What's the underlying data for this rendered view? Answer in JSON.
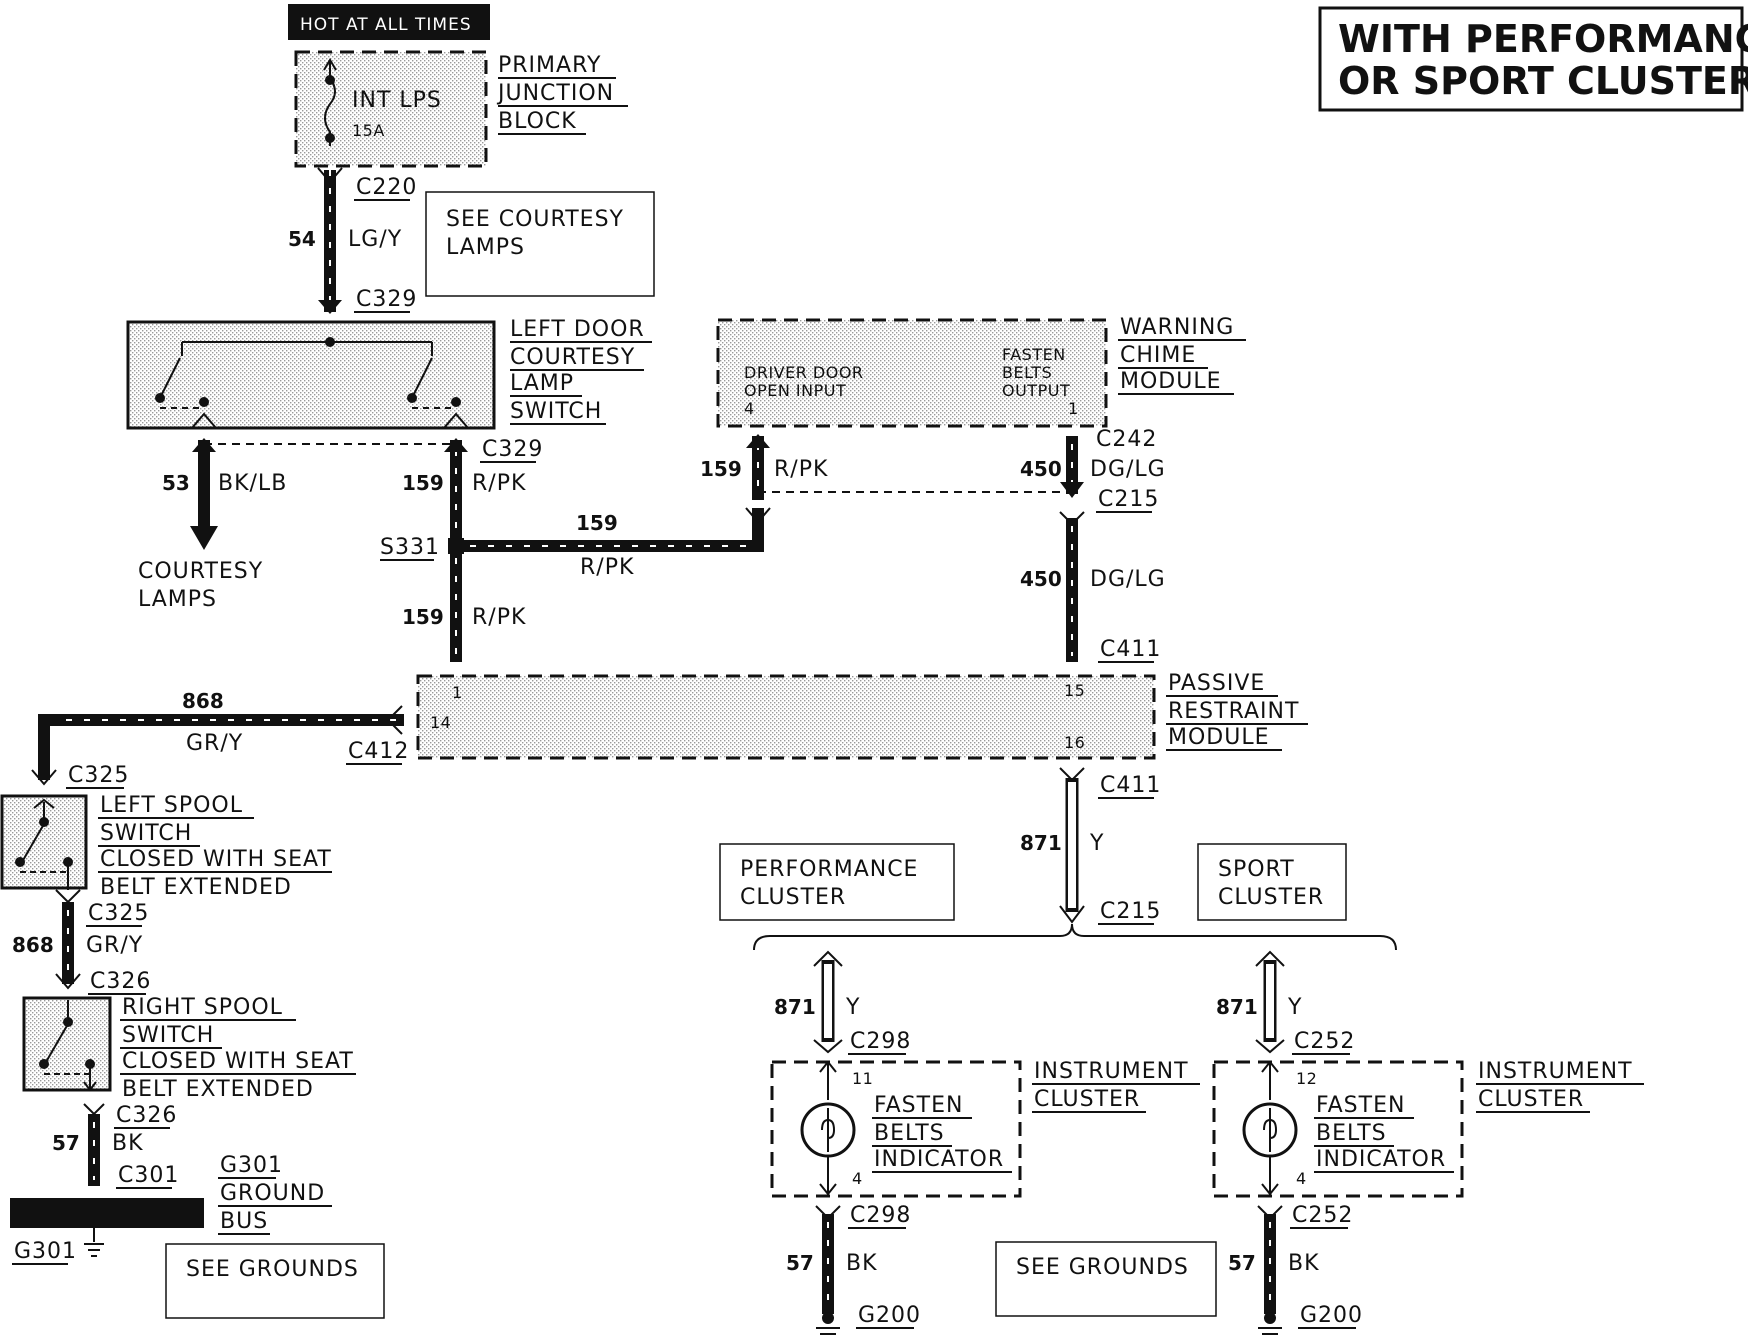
{
  "title": "WITH PERFORMANCE OR SPORT CLUSTER",
  "title_lines": [
    "WITH PERFORMANCE",
    "OR SPORT CLUSTER"
  ],
  "hot_label": "HOT AT ALL TIMES",
  "fuse": {
    "name": "INT LPS",
    "rating": "15A"
  },
  "primary_junction_block": [
    "PRIMARY",
    "JUNCTION",
    "BLOCK"
  ],
  "see_courtesy_lamps": [
    "SEE COURTESY",
    "LAMPS"
  ],
  "left_door_switch": [
    "LEFT DOOR",
    "COURTESY",
    "LAMP",
    "SWITCH"
  ],
  "warning_chime_module": [
    "WARNING",
    "CHIME",
    "MODULE"
  ],
  "chime_inputs": {
    "driver_door": [
      "DRIVER DOOR",
      "OPEN  INPUT"
    ],
    "driver_pin": "4",
    "fasten_belts": [
      "FASTEN",
      "BELTS",
      "OUTPUT"
    ],
    "fasten_pin": "1"
  },
  "courtesy_lamps": [
    "COURTESY",
    "LAMPS"
  ],
  "passive_restraint_module": [
    "PASSIVE",
    "RESTRAINT",
    "MODULE"
  ],
  "prm_pins": {
    "p1": "1",
    "p14": "14",
    "p15": "15",
    "p16": "16"
  },
  "left_spool_switch": [
    "LEFT SPOOL",
    "SWITCH",
    "CLOSED WITH SEAT",
    "BELT EXTENDED"
  ],
  "right_spool_switch": [
    "RIGHT SPOOL",
    "SWITCH",
    "CLOSED WITH SEAT",
    "BELT EXTENDED"
  ],
  "ground_bus": [
    "G301",
    "GROUND",
    "BUS"
  ],
  "performance_cluster": [
    "PERFORMANCE",
    "CLUSTER"
  ],
  "sport_cluster": [
    "SPORT",
    "CLUSTER"
  ],
  "instrument_cluster": [
    "INSTRUMENT",
    "CLUSTER"
  ],
  "fasten_belts_indicator": [
    "FASTEN",
    "BELTS",
    "INDICATOR"
  ],
  "see_grounds": "SEE GROUNDS",
  "connectors": {
    "c220": "C220",
    "c329a": "C329",
    "c329b": "C329",
    "c242": "C242",
    "c215a": "C215",
    "s331": "S331",
    "c411a": "C411",
    "c412": "C412",
    "c411b": "C411",
    "c325a": "C325",
    "c325b": "C325",
    "c326a": "C326",
    "c326b": "C326",
    "c301": "C301",
    "g301": "G301",
    "c215b": "C215",
    "c298a": "C298",
    "c252a": "C252",
    "c298b": "C298",
    "c252b": "C252",
    "g200a": "G200",
    "g200b": "G200",
    "pin11": "11",
    "pin12": "12",
    "pin4a": "4",
    "pin4b": "4"
  },
  "wires": {
    "w54": {
      "num": "54",
      "color": "LG/Y"
    },
    "w53": {
      "num": "53",
      "color": "BK/LB"
    },
    "w159a": {
      "num": "159",
      "color": "R/PK"
    },
    "w159b": {
      "num": "159",
      "color": "R/PK"
    },
    "w159c": {
      "num": "159",
      "color": "R/PK"
    },
    "w159d": {
      "num": "159",
      "color": "R/PK"
    },
    "w450a": {
      "num": "450",
      "color": "DG/LG"
    },
    "w450b": {
      "num": "450",
      "color": "DG/LG"
    },
    "w868a": {
      "num": "868",
      "color": "GR/Y"
    },
    "w868b": {
      "num": "868",
      "color": "GR/Y"
    },
    "w57a": {
      "num": "57",
      "color": "BK"
    },
    "w871a": {
      "num": "871",
      "color": "Y"
    },
    "w871b": {
      "num": "871",
      "color": "Y"
    },
    "w871c": {
      "num": "871",
      "color": "Y"
    },
    "w57b": {
      "num": "57",
      "color": "BK"
    },
    "w57c": {
      "num": "57",
      "color": "BK"
    }
  }
}
